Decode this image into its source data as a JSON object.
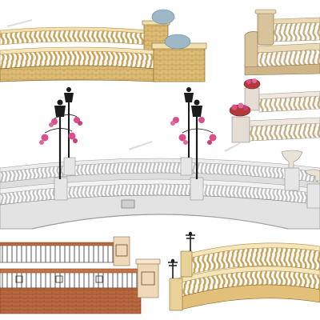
{
  "scene": {
    "description_free": true
  },
  "colors": {
    "background": "#ffffff",
    "sandstone_light": "#f1dfae",
    "sandstone_mid": "#e2c07a",
    "sandstone_dark": "#b98f45",
    "brick_yellow": "#d8b66a",
    "tan_stone": "#d8c39c",
    "tan_dark": "#a98c5e",
    "grey_light": "#ececec",
    "grey_mid": "#cfcfcf",
    "grey_dark": "#8f8f8f",
    "outline": "#5c5346",
    "lamp_black": "#1b1b1b",
    "flower_pink": "#d9508a",
    "flower_green": "#5f8a3a",
    "pot_red": "#b33a3a",
    "brick_red": "#b3643c",
    "iron_dark": "#2e2a26",
    "shrub_blue": "#9db7c6"
  },
  "models": [
    {
      "name": "yellow-brick-balustrade-bridge",
      "icon": "balustrade-bridge-icon"
    },
    {
      "name": "tan-corner-balustrade",
      "icon": "corner-balustrade-icon"
    },
    {
      "name": "pink-planter-balustrade",
      "icon": "planter-balustrade-icon"
    },
    {
      "name": "grey-arched-bridge-with-lamps",
      "icon": "arched-bridge-icon"
    },
    {
      "name": "red-brick-iron-railing",
      "icon": "iron-railing-icon"
    },
    {
      "name": "yellow-arched-balustrade-bridge",
      "icon": "arched-balustrade-icon"
    }
  ]
}
